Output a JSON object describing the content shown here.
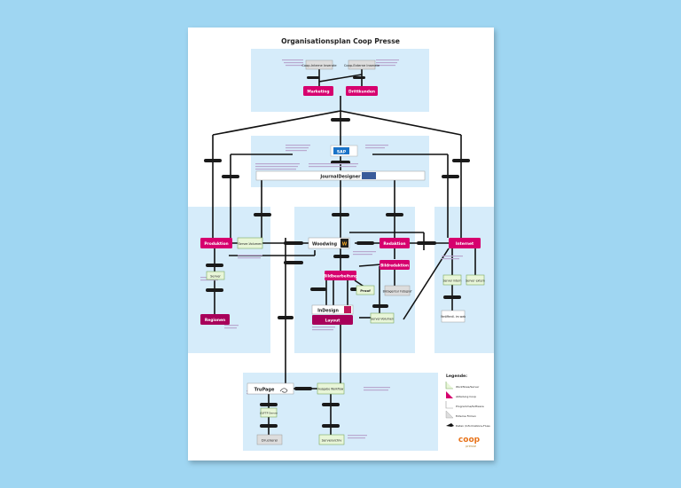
{
  "title": "Organisationsplan Coop Presse",
  "nodes": {
    "coop_interne": "Coop-Interne Inserate",
    "coop_externe": "Coop-Externe Inserate",
    "marketing": "Marketing",
    "drittkunden": "Drittkunden",
    "sap": "SAP",
    "journaldesigner": "JournalDesigner",
    "produktion": "Produktion",
    "server_volumen_left": "Server-Volumen",
    "server_left": "Server",
    "regionen": "Regionen",
    "woodwing": "Woodwing",
    "redaktion": "Redaktion",
    "internet": "Internet",
    "bildredaktion": "Bildredaktion",
    "bildbearbeitung": "Bildbearbeitung",
    "proof": "Proof",
    "bildagentur": "Bildagentur Fotograf",
    "indesign": "InDesign",
    "layout": "Layout",
    "server_volumen_mid": "Server-Volumen",
    "server_intern": "Server intern",
    "server_extern": "Server extern",
    "veroeffentlichung": "Veröffentl. im web",
    "trupage": "TruPage",
    "ausgabe_workflow": "Ausgabe Workflow",
    "ftp_server": "(S)FTP Server",
    "druckerei": "Druckerei",
    "serverarchiv": "Serverarchiv"
  },
  "legend": {
    "title": "Legende:",
    "items": [
      "Workflows/Server",
      "Abteilung Coop",
      "Programme/Software",
      "Externe Firmen",
      "Daten /Informations-Fluss"
    ]
  },
  "logo": {
    "brand": "coop",
    "sub": "presse"
  },
  "colors": {
    "background": "#9fd6f2",
    "paper": "#ffffff",
    "zone": "#d6ecfa",
    "magenta": "#d6006e",
    "dark_magenta": "#a8005a",
    "pale_green": "#e8f6d8",
    "grey": "#dddddd",
    "flow": "#111111"
  }
}
